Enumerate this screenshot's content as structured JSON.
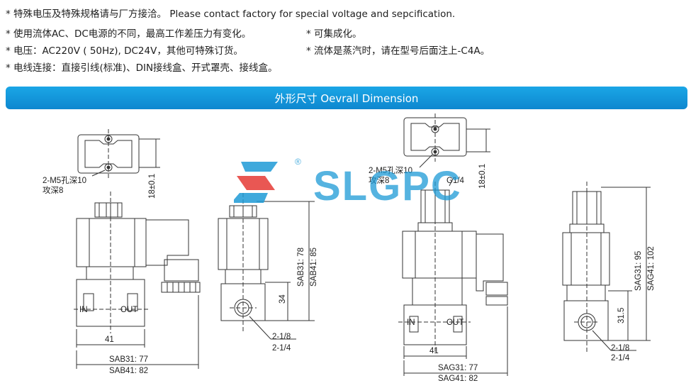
{
  "notes": {
    "line1": "* 特殊电压及特殊规格请与厂方接洽。 Please contact factory for special voltage and sepcification.",
    "line2a": "* 使用流体AC、DC电源的不同，最高工作差压力有变化。",
    "line2b": "* 可集成化。",
    "line3a": "* 电压：AC220V ( 50Hz), DC24V，其他可特殊订货。",
    "line3b": "* 流体是蒸汽时，请在型号后面注上-C4A。",
    "line4": "* 电线连接：直接引线(标准)、DIN接线盒、开式罩壳、接线盒。"
  },
  "banner": {
    "title": "外形尺寸 Oevrall Dimension"
  },
  "logo": {
    "text": "SLGPC",
    "mark": "®"
  },
  "left": {
    "thread_a": "2-M5孔深10",
    "thread_b": "攻深8",
    "dim_18": "18±0.1",
    "in": "IN",
    "out": "OUT",
    "dim_41": "41",
    "total_a": "SAB31: 77",
    "total_b": "SAB41: 82",
    "side_h1": "SAB31: 78",
    "side_h2": "SAB41: 85",
    "side_34": "34",
    "port_a": "2-1/8",
    "port_b": "2-1/4"
  },
  "right": {
    "thread_a": "2-M5孔深10",
    "thread_b": "攻深8",
    "g14": "G1/4",
    "dim_18": "18±0.1",
    "in": "IN",
    "out": "OUT",
    "dim_41": "41",
    "total_a": "SAG31: 77",
    "total_b": "SAG41: 82",
    "side_h1": "SAG31: 95",
    "side_h2": "SAG41: 102",
    "side_315": "31.5",
    "port_a": "2-1/8",
    "port_b": "2-1/4"
  },
  "colors": {
    "banner": "#1aa6e6",
    "logo_blue": "#1d9ad6",
    "logo_red": "#e53935"
  }
}
